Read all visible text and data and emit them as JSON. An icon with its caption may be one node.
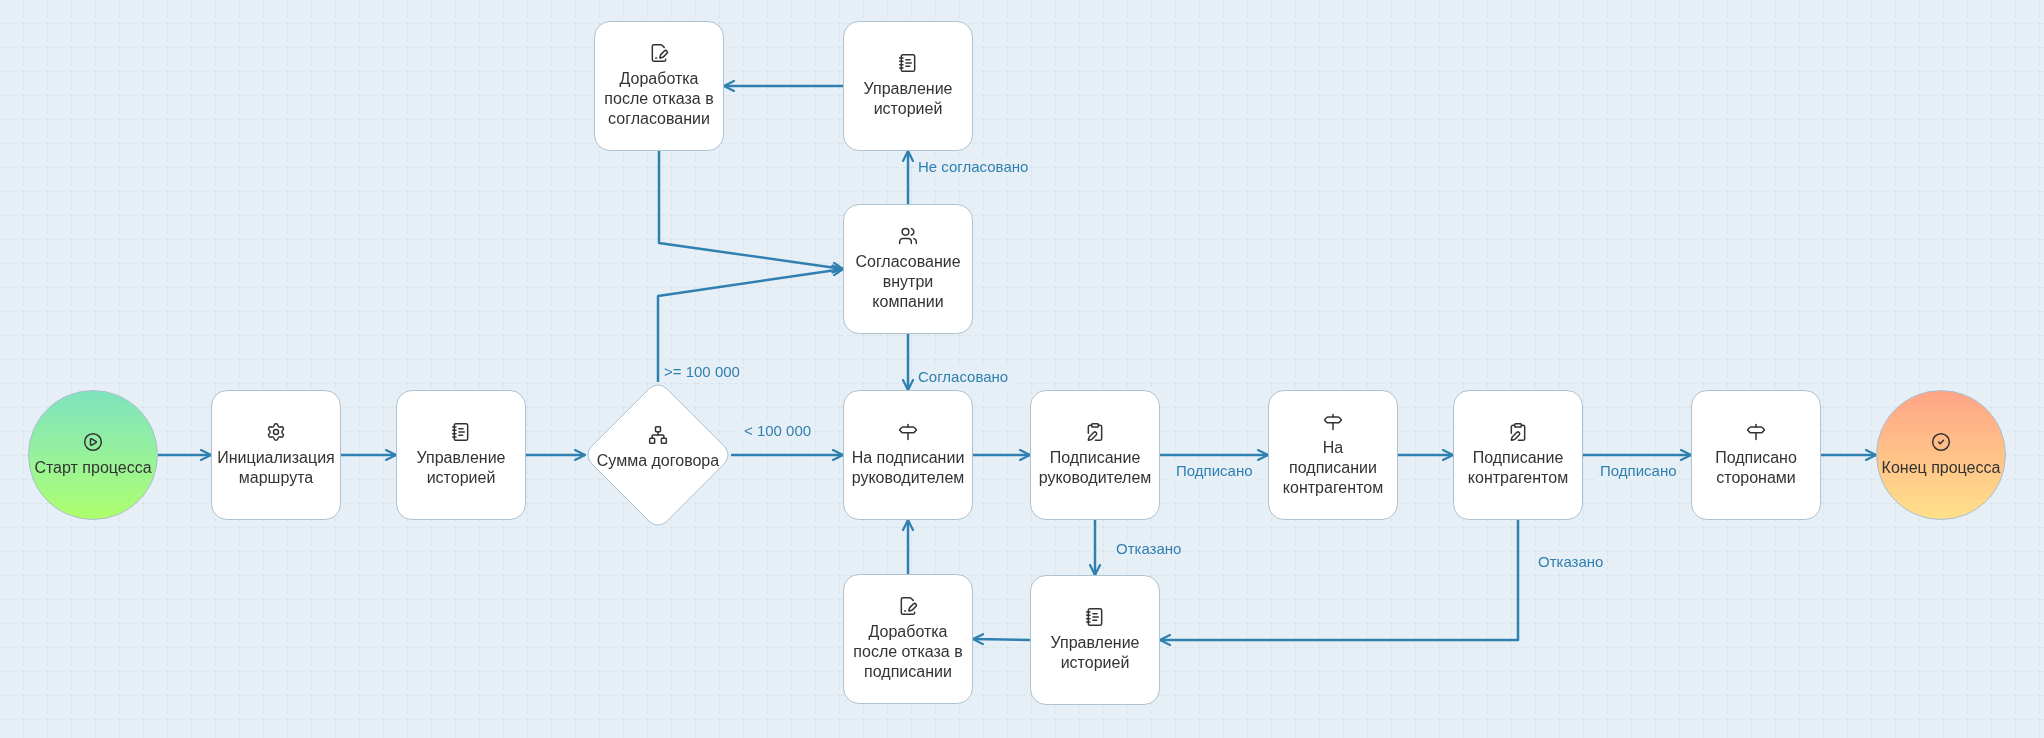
{
  "diagram": {
    "nodes": [
      {
        "text": [
          "Доработка после отказа в согласовании"
        ]
      },
      {
        "text": [
          "Управление историей"
        ]
      },
      {
        "text": [
          "Согласование внутри компании"
        ]
      },
      {
        "text": [
          "Старт процесса"
        ]
      },
      {
        "text": [
          "Инициализация маршрута"
        ]
      },
      {
        "text": [
          "Управление историей"
        ]
      },
      {
        "text": [
          "Сумма договора"
        ]
      },
      {
        "text": [
          "На подписании руководителем"
        ]
      },
      {
        "text": [
          "Подписание руководителем"
        ]
      },
      {
        "text": [
          "На подписании контрагентом"
        ]
      },
      {
        "text": [
          "Подписание контрагентом"
        ]
      },
      {
        "text": [
          "Подписано сторонами"
        ]
      },
      {
        "text": [
          "Конец процесса"
        ]
      },
      {
        "text": [
          "Доработка после отказа в подписании"
        ]
      },
      {
        "text": [
          "Управление историей"
        ]
      }
    ],
    "edges": [
      {
        "from": 3,
        "to": 4,
        "arrow": "to"
      },
      {
        "from": 4,
        "to": 5,
        "arrow": "to"
      },
      {
        "from": 5,
        "to": 6,
        "arrow": "to"
      },
      {
        "from": 6,
        "to": 7,
        "arrow": "to",
        "label": "< 100 000"
      },
      {
        "from": 6,
        "to": 2,
        "arrow": "to",
        "label": ">= 100 000"
      },
      {
        "from": 2,
        "to": 1,
        "arrow": "to",
        "label": "Не согласовано"
      },
      {
        "from": 1,
        "to": 0,
        "arrow": "to"
      },
      {
        "from": 0,
        "to": 2,
        "arrow": "to"
      },
      {
        "from": 2,
        "to": 7,
        "arrow": "to",
        "label": "Согласовано"
      },
      {
        "from": 7,
        "to": 8,
        "arrow": "to"
      },
      {
        "from": 8,
        "to": 9,
        "arrow": "to",
        "label": "Подписано"
      },
      {
        "from": 9,
        "to": 10,
        "arrow": "to"
      },
      {
        "from": 10,
        "to": 11,
        "arrow": "to",
        "label": "Подписано"
      },
      {
        "from": 11,
        "to": 12,
        "arrow": "to"
      },
      {
        "from": 8,
        "to": 14,
        "arrow": "to",
        "label": "Отказано"
      },
      {
        "from": 10,
        "to": 14,
        "arrow": "to",
        "label": "Отказано"
      },
      {
        "from": 14,
        "to": 13,
        "arrow": "to"
      },
      {
        "from": 13,
        "to": 7,
        "arrow": "to"
      }
    ]
  }
}
